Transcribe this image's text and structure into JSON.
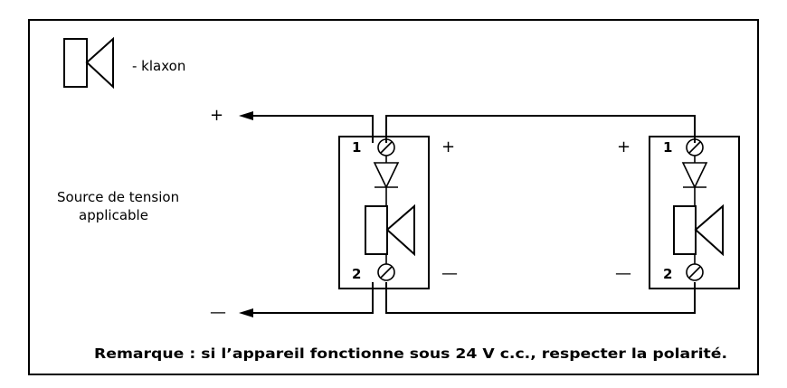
{
  "legend": {
    "label": "- klaxon",
    "icon": "horn-icon"
  },
  "source": {
    "line1": "Source de tension",
    "line2": "applicable",
    "plus": "+",
    "minus": "—"
  },
  "devices": [
    {
      "terminal_top": "1",
      "terminal_bottom": "2",
      "plus": "+",
      "minus": "—"
    },
    {
      "terminal_top": "1",
      "terminal_bottom": "2",
      "plus": "+",
      "minus": "—"
    }
  ],
  "note": "Remarque : si l’appareil fonctionne sous 24 V c.c., respecter la polarité."
}
